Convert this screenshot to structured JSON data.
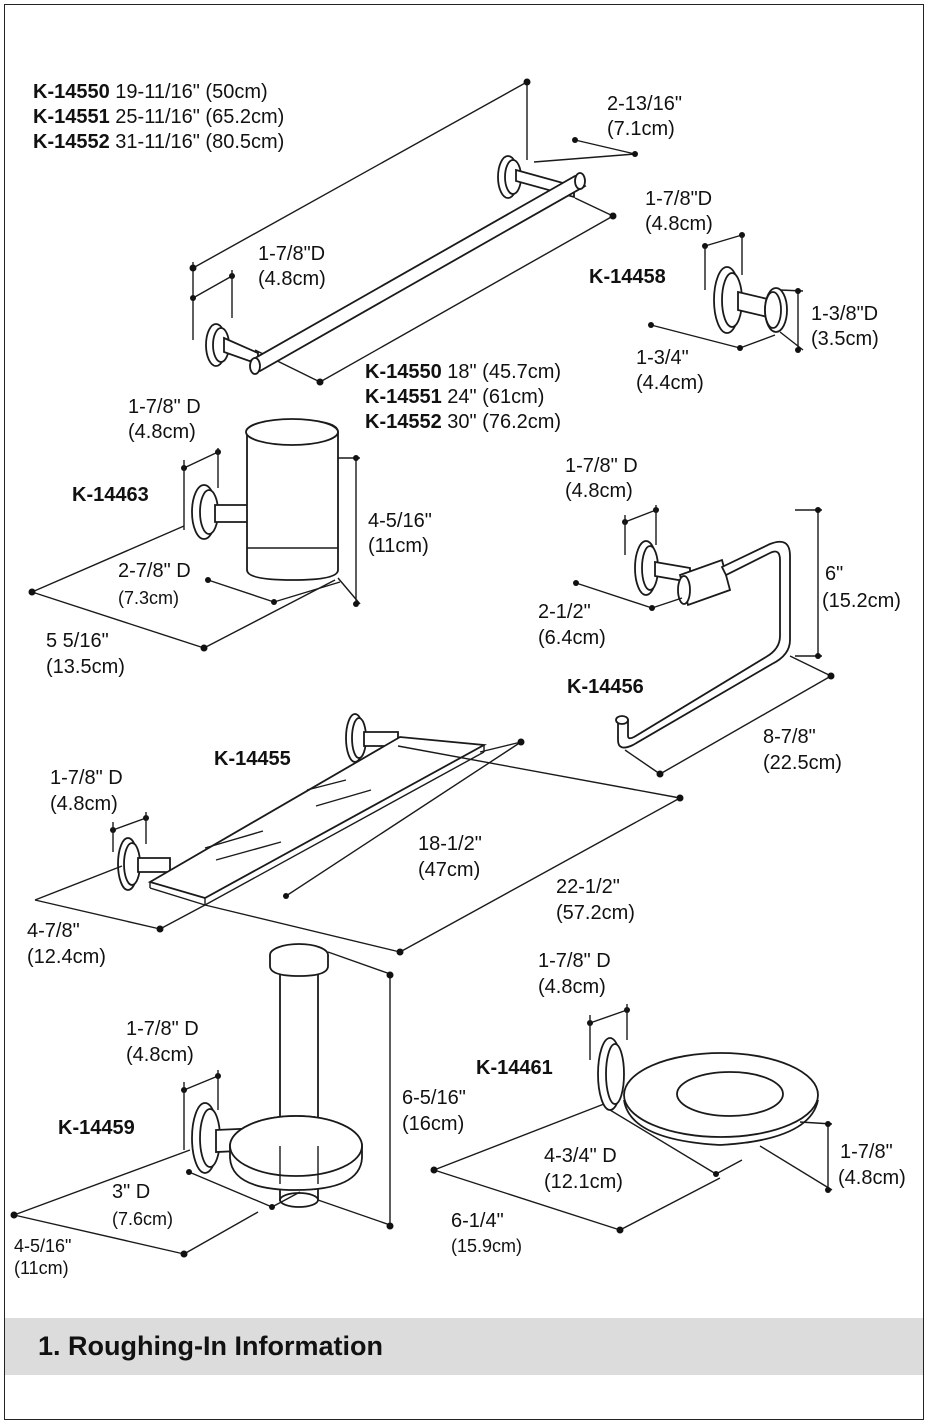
{
  "towel_bar": {
    "overall_lengths": [
      {
        "model": "K-14550",
        "dim": "19-11/16\" (50cm)"
      },
      {
        "model": "K-14551",
        "dim": "25-11/16\" (65.2cm)"
      },
      {
        "model": "K-14552",
        "dim": "31-11/16\" (80.5cm)"
      }
    ],
    "projection": {
      "imperial": "2-13/16\"",
      "metric": "(7.1cm)"
    },
    "flange": {
      "imperial": "1-7/8\"D",
      "metric": "(4.8cm)"
    },
    "center_lengths": [
      {
        "model": "K-14550",
        "dim": "18\" (45.7cm)"
      },
      {
        "model": "K-14551",
        "dim": "24\" (61cm)"
      },
      {
        "model": "K-14552",
        "dim": "30\" (76.2cm)"
      }
    ]
  },
  "robe_hook": {
    "model": "K-14458",
    "flange": {
      "imperial": "1-7/8\"D",
      "metric": "(4.8cm)"
    },
    "knob": {
      "imperial": "1-3/8\"D",
      "metric": "(3.5cm)"
    },
    "projection": {
      "imperial": "1-3/4\"",
      "metric": "(4.4cm)"
    }
  },
  "tumbler": {
    "model": "K-14463",
    "flange": {
      "imperial": "1-7/8\" D",
      "metric": "(4.8cm)"
    },
    "height": {
      "imperial": "4-5/16\"",
      "metric": "(11cm)"
    },
    "cup": {
      "imperial": "2-7/8\" D",
      "metric": "(7.3cm)"
    },
    "projection": {
      "imperial": "5 5/16\"",
      "metric": "(13.5cm)"
    }
  },
  "towel_ring": {
    "model": "K-14456",
    "flange": {
      "imperial": "1-7/8\" D",
      "metric": "(4.8cm)"
    },
    "height": {
      "imperial": "6\"",
      "metric": "(15.2cm)"
    },
    "offset": {
      "imperial": "2-1/2\"",
      "metric": "(6.4cm)"
    },
    "projection": {
      "imperial": "8-7/8\"",
      "metric": "(22.5cm)"
    }
  },
  "shelf": {
    "model": "K-14455",
    "flange": {
      "imperial": "1-7/8\" D",
      "metric": "(4.8cm)"
    },
    "center": {
      "imperial": "18-1/2\"",
      "metric": "(47cm)"
    },
    "overall": {
      "imperial": "22-1/2\"",
      "metric": "(57.2cm)"
    },
    "depth": {
      "imperial": "4-7/8\"",
      "metric": "(12.4cm)"
    }
  },
  "paper_holder": {
    "model": "K-14459",
    "flange": {
      "imperial": "1-7/8\" D",
      "metric": "(4.8cm)"
    },
    "height": {
      "imperial": "6-5/16\"",
      "metric": "(16cm)"
    },
    "base": {
      "imperial": "3\" D",
      "metric": "(7.6cm)"
    },
    "projection": {
      "imperial": "4-5/16\"",
      "metric": "(11cm)"
    }
  },
  "soap_dish": {
    "model": "K-14461",
    "flange": {
      "imperial": "1-7/8\" D",
      "metric": "(4.8cm)"
    },
    "dish": {
      "imperial": "4-3/4\" D",
      "metric": "(12.1cm)"
    },
    "height": {
      "imperial": "1-7/8\"",
      "metric": "(4.8cm)"
    },
    "projection": {
      "imperial": "6-1/4\"",
      "metric": "(15.9cm)"
    }
  },
  "section": {
    "title": "1. Roughing-In Information"
  }
}
